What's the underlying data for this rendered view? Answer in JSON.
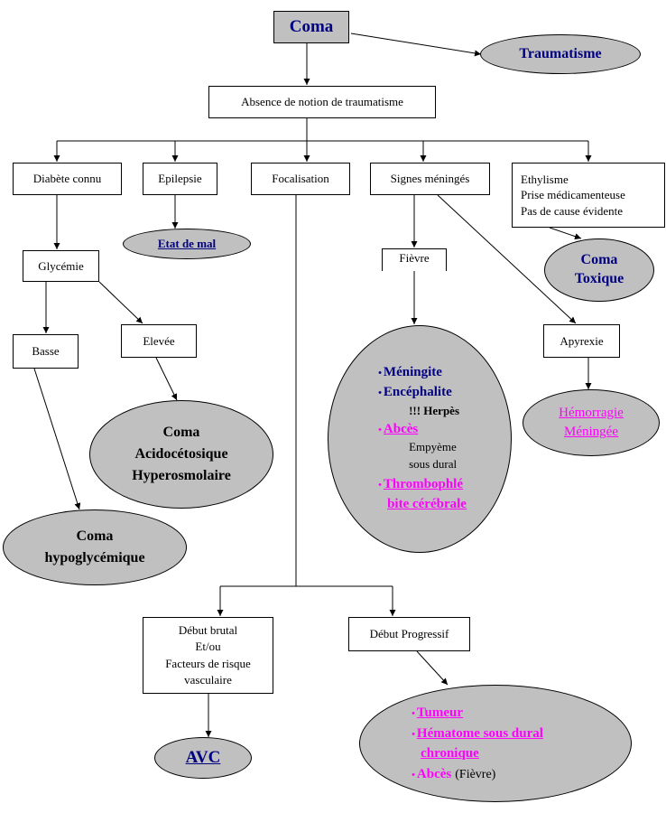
{
  "colors": {
    "ellipse_fill": "#c0c0c0",
    "navy": "#000080",
    "magenta": "#ff00ff"
  },
  "nodes": {
    "coma": "Coma",
    "traumatisme": "Traumatisme",
    "absence": "Absence de notion de traumatisme",
    "diabete": "Diabète connu",
    "epilepsie": "Epilepsie",
    "focalisation": "Focalisation",
    "signes": "Signes méningés",
    "ethylisme": [
      "Ethylisme",
      "Prise médicamenteuse",
      "Pas de cause évidente"
    ],
    "etat_de_mal": "Etat de mal",
    "coma_toxique": [
      "Coma",
      "Toxique"
    ],
    "glycemie": "Glycémie",
    "fievre": "Fièvre",
    "basse": "Basse",
    "elevee": "Elevée",
    "apyrexie": "Apyrexie",
    "coma_acido": [
      "Coma",
      "Acidocétosique",
      "Hyperosmolaire"
    ],
    "coma_hypo": [
      "Coma",
      "hypoglycémique"
    ],
    "meningite": "Méningite",
    "encephalite": "Encéphalite",
    "herpes": "!!! Herpès",
    "abces": "Abcès",
    "empyeme": [
      "Empyème",
      "sous dural"
    ],
    "thrombo": [
      "Thrombophlé",
      "bite cérébrale"
    ],
    "hemorragie": [
      "Hémorragie",
      "Méningée"
    ],
    "debut_brutal": [
      "Début brutal",
      "Et/ou",
      "Facteurs de risque",
      "vasculaire"
    ],
    "debut_progressif": "Début Progressif",
    "avc": "AVC",
    "tumeur": "Tumeur",
    "hematome": [
      "Hématome sous dural",
      "chronique"
    ],
    "abces2": "Abcès",
    "fievre2": "(Fièvre)",
    "bullet": "•"
  }
}
